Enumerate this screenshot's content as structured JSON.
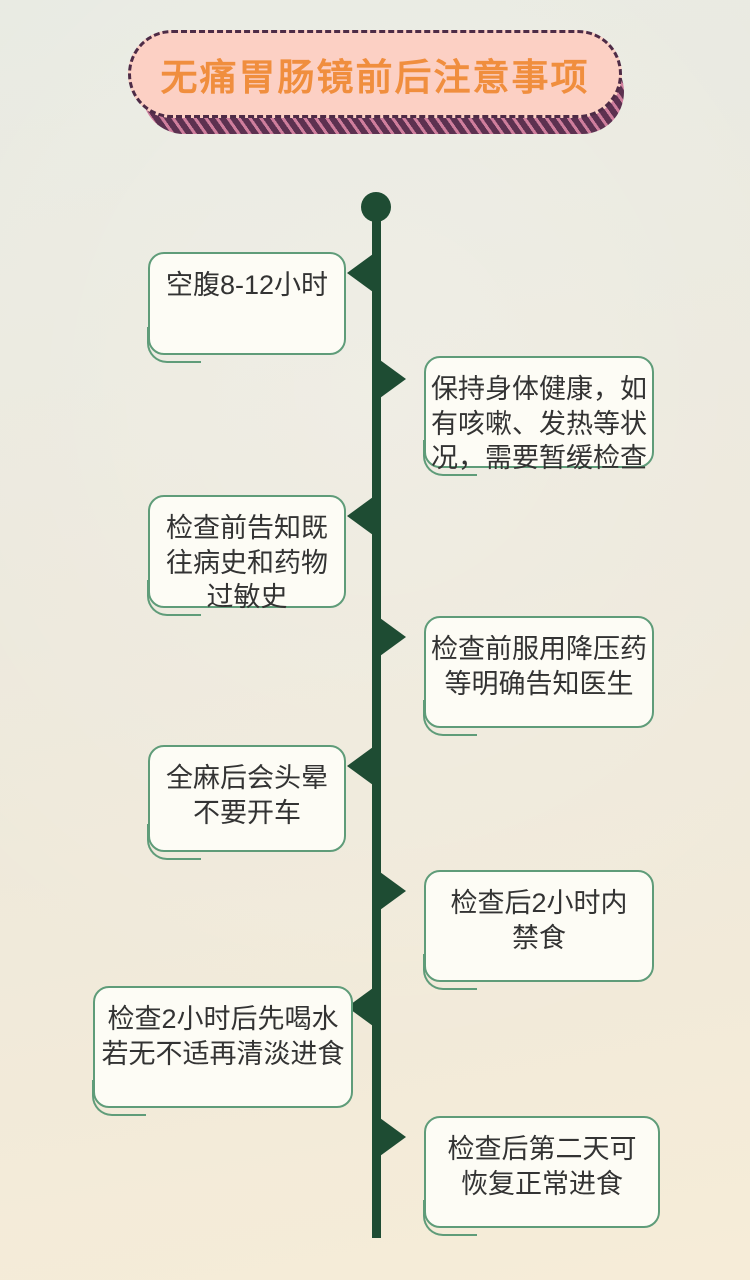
{
  "title": "无痛胃肠镜前后注意事项",
  "timeline": {
    "items": [
      {
        "side": "left",
        "text": "空腹8-12小时"
      },
      {
        "side": "right",
        "text": "保持身体健康，如\n有咳嗽、发热等状\n况，需要暂缓检查"
      },
      {
        "side": "left",
        "text": "检查前告知既\n往病史和药物\n过敏史"
      },
      {
        "side": "right",
        "text": "检查前服用降压药\n等明确告知医生"
      },
      {
        "side": "left",
        "text": "全麻后会头晕\n不要开车"
      },
      {
        "side": "right",
        "text": "检查后2小时内\n禁食"
      },
      {
        "side": "left",
        "text": "检查2小时后先喝水\n若无不适再清淡进食"
      },
      {
        "side": "right",
        "text": "检查后第二天可\n恢复正常进食"
      }
    ]
  },
  "colors": {
    "timeline_green": "#1e4c33",
    "box_border_green": "#5f9c79",
    "box_background": "#fdfcf5",
    "banner_pink": "#fcd0c4",
    "banner_border_plum": "#4e2b46",
    "title_orange": "#f08e3e",
    "shadow_stripe_dark": "#5c3150",
    "shadow_stripe_light": "#cf7e9d",
    "text": "#333333"
  }
}
